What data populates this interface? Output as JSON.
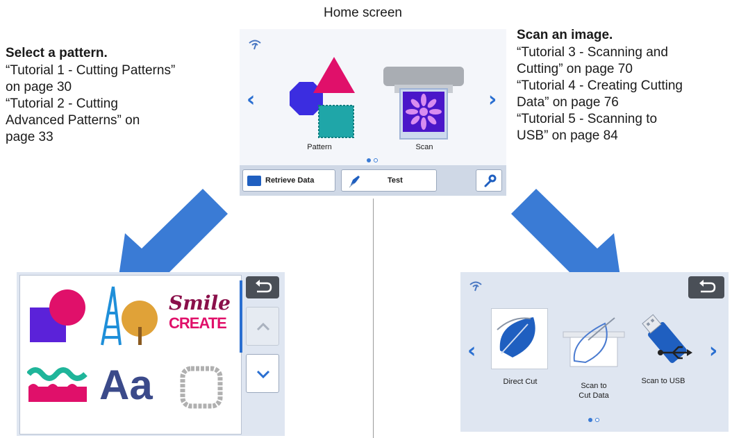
{
  "home": {
    "title": "Home screen",
    "tiles": [
      {
        "label": "Pattern",
        "icon": "shapes-icon"
      },
      {
        "label": "Scan",
        "icon": "scanner-icon"
      }
    ],
    "buttons": {
      "retrieve_label": "Retrieve Data",
      "test_label": "Test"
    }
  },
  "left_text": {
    "heading": "Select a pattern.",
    "refs": [
      "“Tutorial 1 - Cutting Patterns”",
      "on page 30",
      "“Tutorial 2 - Cutting",
      "Advanced Patterns” on",
      "page 33"
    ]
  },
  "right_text": {
    "heading": "Scan an image.",
    "refs": [
      "“Tutorial 3 - Scanning and",
      "Cutting” on page 70",
      "“Tutorial 4 - Creating Cutting",
      "Data” on page 76",
      "“Tutorial 5 - Scanning to",
      "USB” on page 84"
    ]
  },
  "pattern_screen": {
    "thumbnails": [
      {
        "name": "basic-shapes",
        "icon": "basic-shapes-icon"
      },
      {
        "name": "eiffel-tree",
        "icon": "eiffel-tree-icon"
      },
      {
        "name": "smile-create-text",
        "line1": "Smile",
        "line2": "CREATE"
      },
      {
        "name": "border-decorations",
        "icon": "border-icon"
      },
      {
        "name": "fonts",
        "text": "Aa"
      },
      {
        "name": "frame",
        "icon": "frame-icon"
      }
    ]
  },
  "scan_screen": {
    "options": [
      {
        "label": "Direct Cut",
        "icon": "leaf-icon"
      },
      {
        "label": "Scan to\nCut Data",
        "icon": "leaf-scan-icon"
      },
      {
        "label": "Scan to USB",
        "icon": "usb-drive-icon"
      }
    ]
  },
  "colors": {
    "arrow": "#3a7bd5",
    "screen_bg": "#dfe6f1",
    "accent": "#2a6fd1"
  }
}
